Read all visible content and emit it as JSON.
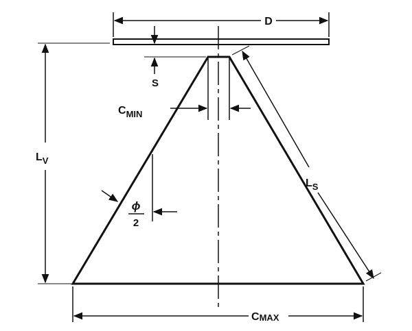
{
  "labels": {
    "d": "D",
    "s": "S",
    "c_min_main": "C",
    "c_min_sub": "MIN",
    "l_v_main": "L",
    "l_v_sub": "V",
    "phi": "ϕ",
    "phi_den": "2",
    "l_s_main": "L",
    "l_s_sub": "S",
    "c_max_main": "C",
    "c_max_sub": "MAX"
  },
  "colors": {
    "ink": "#111111",
    "paper": "#ffffff"
  }
}
